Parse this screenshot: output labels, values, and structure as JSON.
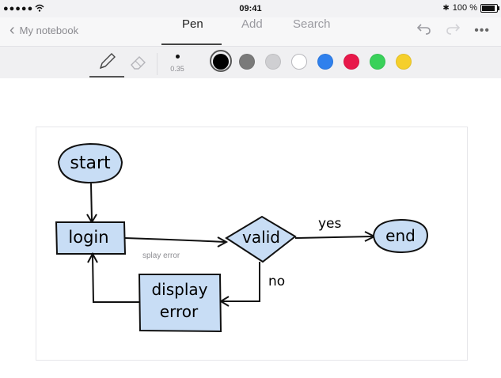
{
  "status": {
    "signal": "●●●●●",
    "time": "09:41",
    "battery": "100 %"
  },
  "nav": {
    "back_label": "My notebook",
    "tabs": [
      {
        "label": "Pen",
        "active": true
      },
      {
        "label": "Add",
        "active": false
      },
      {
        "label": "Search",
        "active": false
      }
    ],
    "undo_icon": "undo-icon",
    "redo_icon": "redo-icon",
    "more": "•••"
  },
  "toolbar": {
    "tools": [
      "pen-icon",
      "eraser-icon"
    ],
    "stroke_size": "0.35",
    "colors": [
      "#000000",
      "#7a7a7a",
      "#cfcfd2",
      "#ffffff",
      "#2f80ed",
      "#e8184a",
      "#39d15a",
      "#f5cf2b"
    ],
    "selected_color": "#000000"
  },
  "drawing": {
    "nodes": [
      {
        "id": "start",
        "label": "start",
        "shape": "ellipse"
      },
      {
        "id": "login",
        "label": "login",
        "shape": "rect"
      },
      {
        "id": "valid",
        "label": "valid",
        "shape": "diamond"
      },
      {
        "id": "end",
        "label": "end",
        "shape": "ellipse"
      },
      {
        "id": "display-error",
        "label_line1": "display",
        "label_line2": "error",
        "shape": "rect"
      }
    ],
    "edge_labels": {
      "yes": "yes",
      "no": "no"
    },
    "fill_color": "#c8ddf5",
    "recognition_hint": "splay error"
  }
}
